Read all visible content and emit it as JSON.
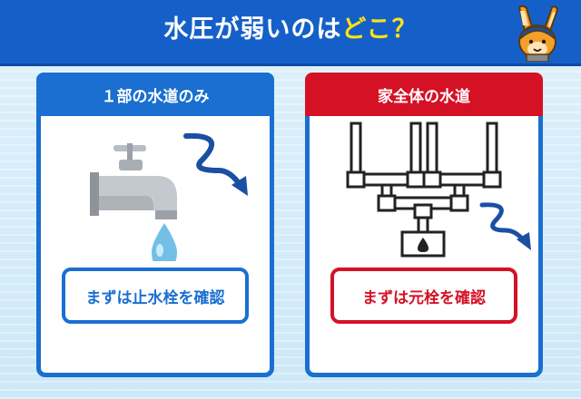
{
  "header": {
    "title_main": "水圧が弱いのは",
    "title_accent": "どこ？"
  },
  "colors": {
    "header_blue": "#1560c8",
    "panel_blue": "#1a6fd0",
    "panel_red": "#d51126",
    "accent_yellow": "#ffe11a"
  },
  "panels": [
    {
      "heading": "１部の水道のみ",
      "illustration": "faucet-icon",
      "button_label": "まずは止水栓を確認"
    },
    {
      "heading": "家全体の水道",
      "illustration": "pipes-icon",
      "button_label": "まずは元栓を確認"
    }
  ]
}
